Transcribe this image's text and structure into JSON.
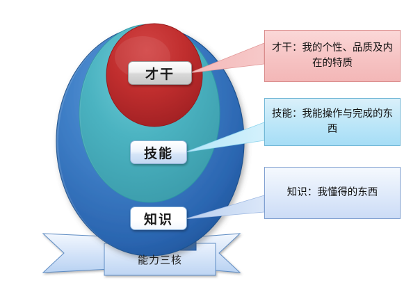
{
  "diagram": {
    "title_caption": "能力三核",
    "rings": [
      {
        "key": "knowledge",
        "label": "知识",
        "color": "#2f6bb5"
      },
      {
        "key": "skill",
        "label": "技能",
        "color": "#4bb2c2"
      },
      {
        "key": "talent",
        "label": "才干",
        "color": "#be2b2b"
      }
    ],
    "callouts": [
      {
        "key": "talent",
        "text": "才干：我的个性、品质及内在的特质",
        "bg_color": "#f6c3c3",
        "border_color": "#d98b8b",
        "connector_color": "#f0a9a9"
      },
      {
        "key": "skill",
        "text": "技能：我能操作与完成的东西",
        "bg_color": "#b9e5f8",
        "border_color": "#72b7d6",
        "connector_color": "#a9e4f7"
      },
      {
        "key": "knowledge",
        "text": "知识：我懂得的东西",
        "bg_color": "#dee9fa",
        "border_color": "#7f9fd0",
        "connector_color": "#c5d8f2"
      }
    ],
    "labels": {
      "talent": "才干",
      "skill": "技能",
      "knowledge": "知识"
    },
    "banner": {
      "caption": "能力三核",
      "fill_color": "#cfe0f7",
      "border_color": "#5f8dc4"
    },
    "background_color": "#ffffff"
  }
}
